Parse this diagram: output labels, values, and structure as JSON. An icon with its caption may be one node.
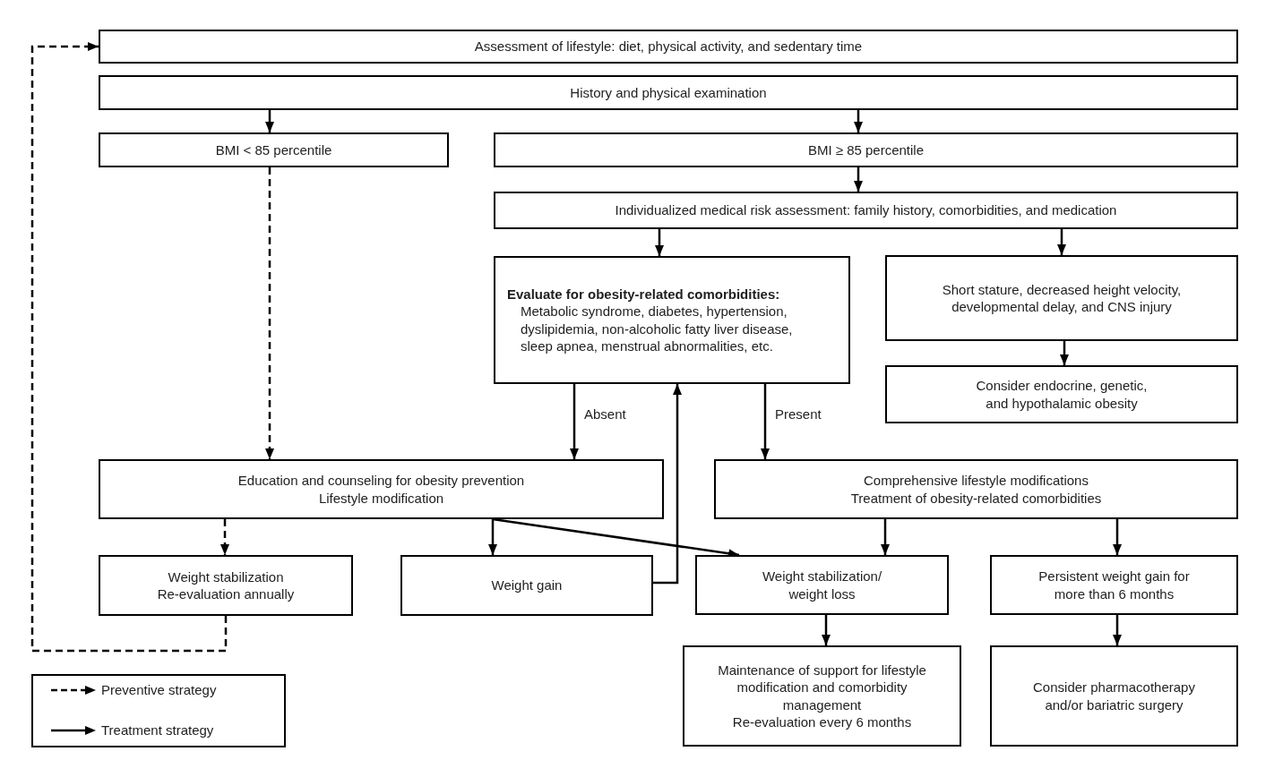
{
  "diagram": {
    "nodes": [
      {
        "text": [
          "Assessment of lifestyle: diet, physical activity, and sedentary time"
        ]
      },
      {
        "text": [
          "History and physical examination"
        ]
      },
      {
        "text": [
          "BMI < 85 percentile"
        ]
      },
      {
        "text": [
          "BMI ≥ 85 percentile"
        ]
      },
      {
        "text": [
          "Individualized medical risk assessment: family history, comorbidities, and medication"
        ]
      },
      {
        "text": [
          "Evaluate for obesity-related comorbidities:",
          "Metabolic syndrome, diabetes, hypertension, dyslipidemia, non-alcoholic fatty liver disease, sleep apnea, menstrual abnormalities, etc."
        ]
      },
      {
        "text": [
          "Short stature, decreased height velocity, developmental delay, and CNS injury"
        ]
      },
      {
        "text": [
          "Consider endocrine, genetic, and hypothalamic obesity"
        ]
      },
      {
        "text": [
          "Education and counseling for obesity prevention",
          "Lifestyle modification"
        ]
      },
      {
        "text": [
          "Comprehensive lifestyle modifications",
          "Treatment of obesity-related comorbidities"
        ]
      },
      {
        "text": [
          "Weight stabilization",
          "Re-evaluation annually"
        ]
      },
      {
        "text": [
          "Weight gain"
        ]
      },
      {
        "text": [
          "Weight stabilization/ weight loss"
        ]
      },
      {
        "text": [
          "Persistent weight gain for more than 6 months"
        ]
      },
      {
        "text": [
          "Maintenance of support for lifestyle modification and comorbidity management",
          "Re-evaluation every 6 months"
        ]
      },
      {
        "text": [
          "Consider pharmacotherapy and/or bariatric surgery"
        ]
      }
    ],
    "edges": [
      {
        "from": 1,
        "to": 2,
        "arrow": "to"
      },
      {
        "from": 1,
        "to": 3,
        "arrow": "to"
      },
      {
        "from": 2,
        "to": 8,
        "arrow": "to",
        "style": "dashed"
      },
      {
        "from": 3,
        "to": 4,
        "arrow": "to"
      },
      {
        "from": 4,
        "to": 5,
        "arrow": "to"
      },
      {
        "from": 4,
        "to": 6,
        "arrow": "to"
      },
      {
        "from": 6,
        "to": 7,
        "arrow": "to"
      },
      {
        "from": 5,
        "to": 8,
        "arrow": "to",
        "label": "Absent"
      },
      {
        "from": 5,
        "to": 9,
        "arrow": "to",
        "label": "Present"
      },
      {
        "from": 8,
        "to": 10,
        "arrow": "to",
        "style": "dashed"
      },
      {
        "from": 8,
        "to": 11,
        "arrow": "to"
      },
      {
        "from": 8,
        "to": 12,
        "arrow": "to"
      },
      {
        "from": 11,
        "to": 5,
        "arrow": "to"
      },
      {
        "from": 9,
        "to": 12,
        "arrow": "to"
      },
      {
        "from": 9,
        "to": 13,
        "arrow": "to"
      },
      {
        "from": 12,
        "to": 14,
        "arrow": "to"
      },
      {
        "from": 13,
        "to": 15,
        "arrow": "to"
      },
      {
        "from": 10,
        "to": 0,
        "arrow": "to",
        "style": "dashed"
      }
    ],
    "legend": [
      {
        "text": "Preventive strategy"
      },
      {
        "text": "Treatment strategy"
      }
    ]
  }
}
